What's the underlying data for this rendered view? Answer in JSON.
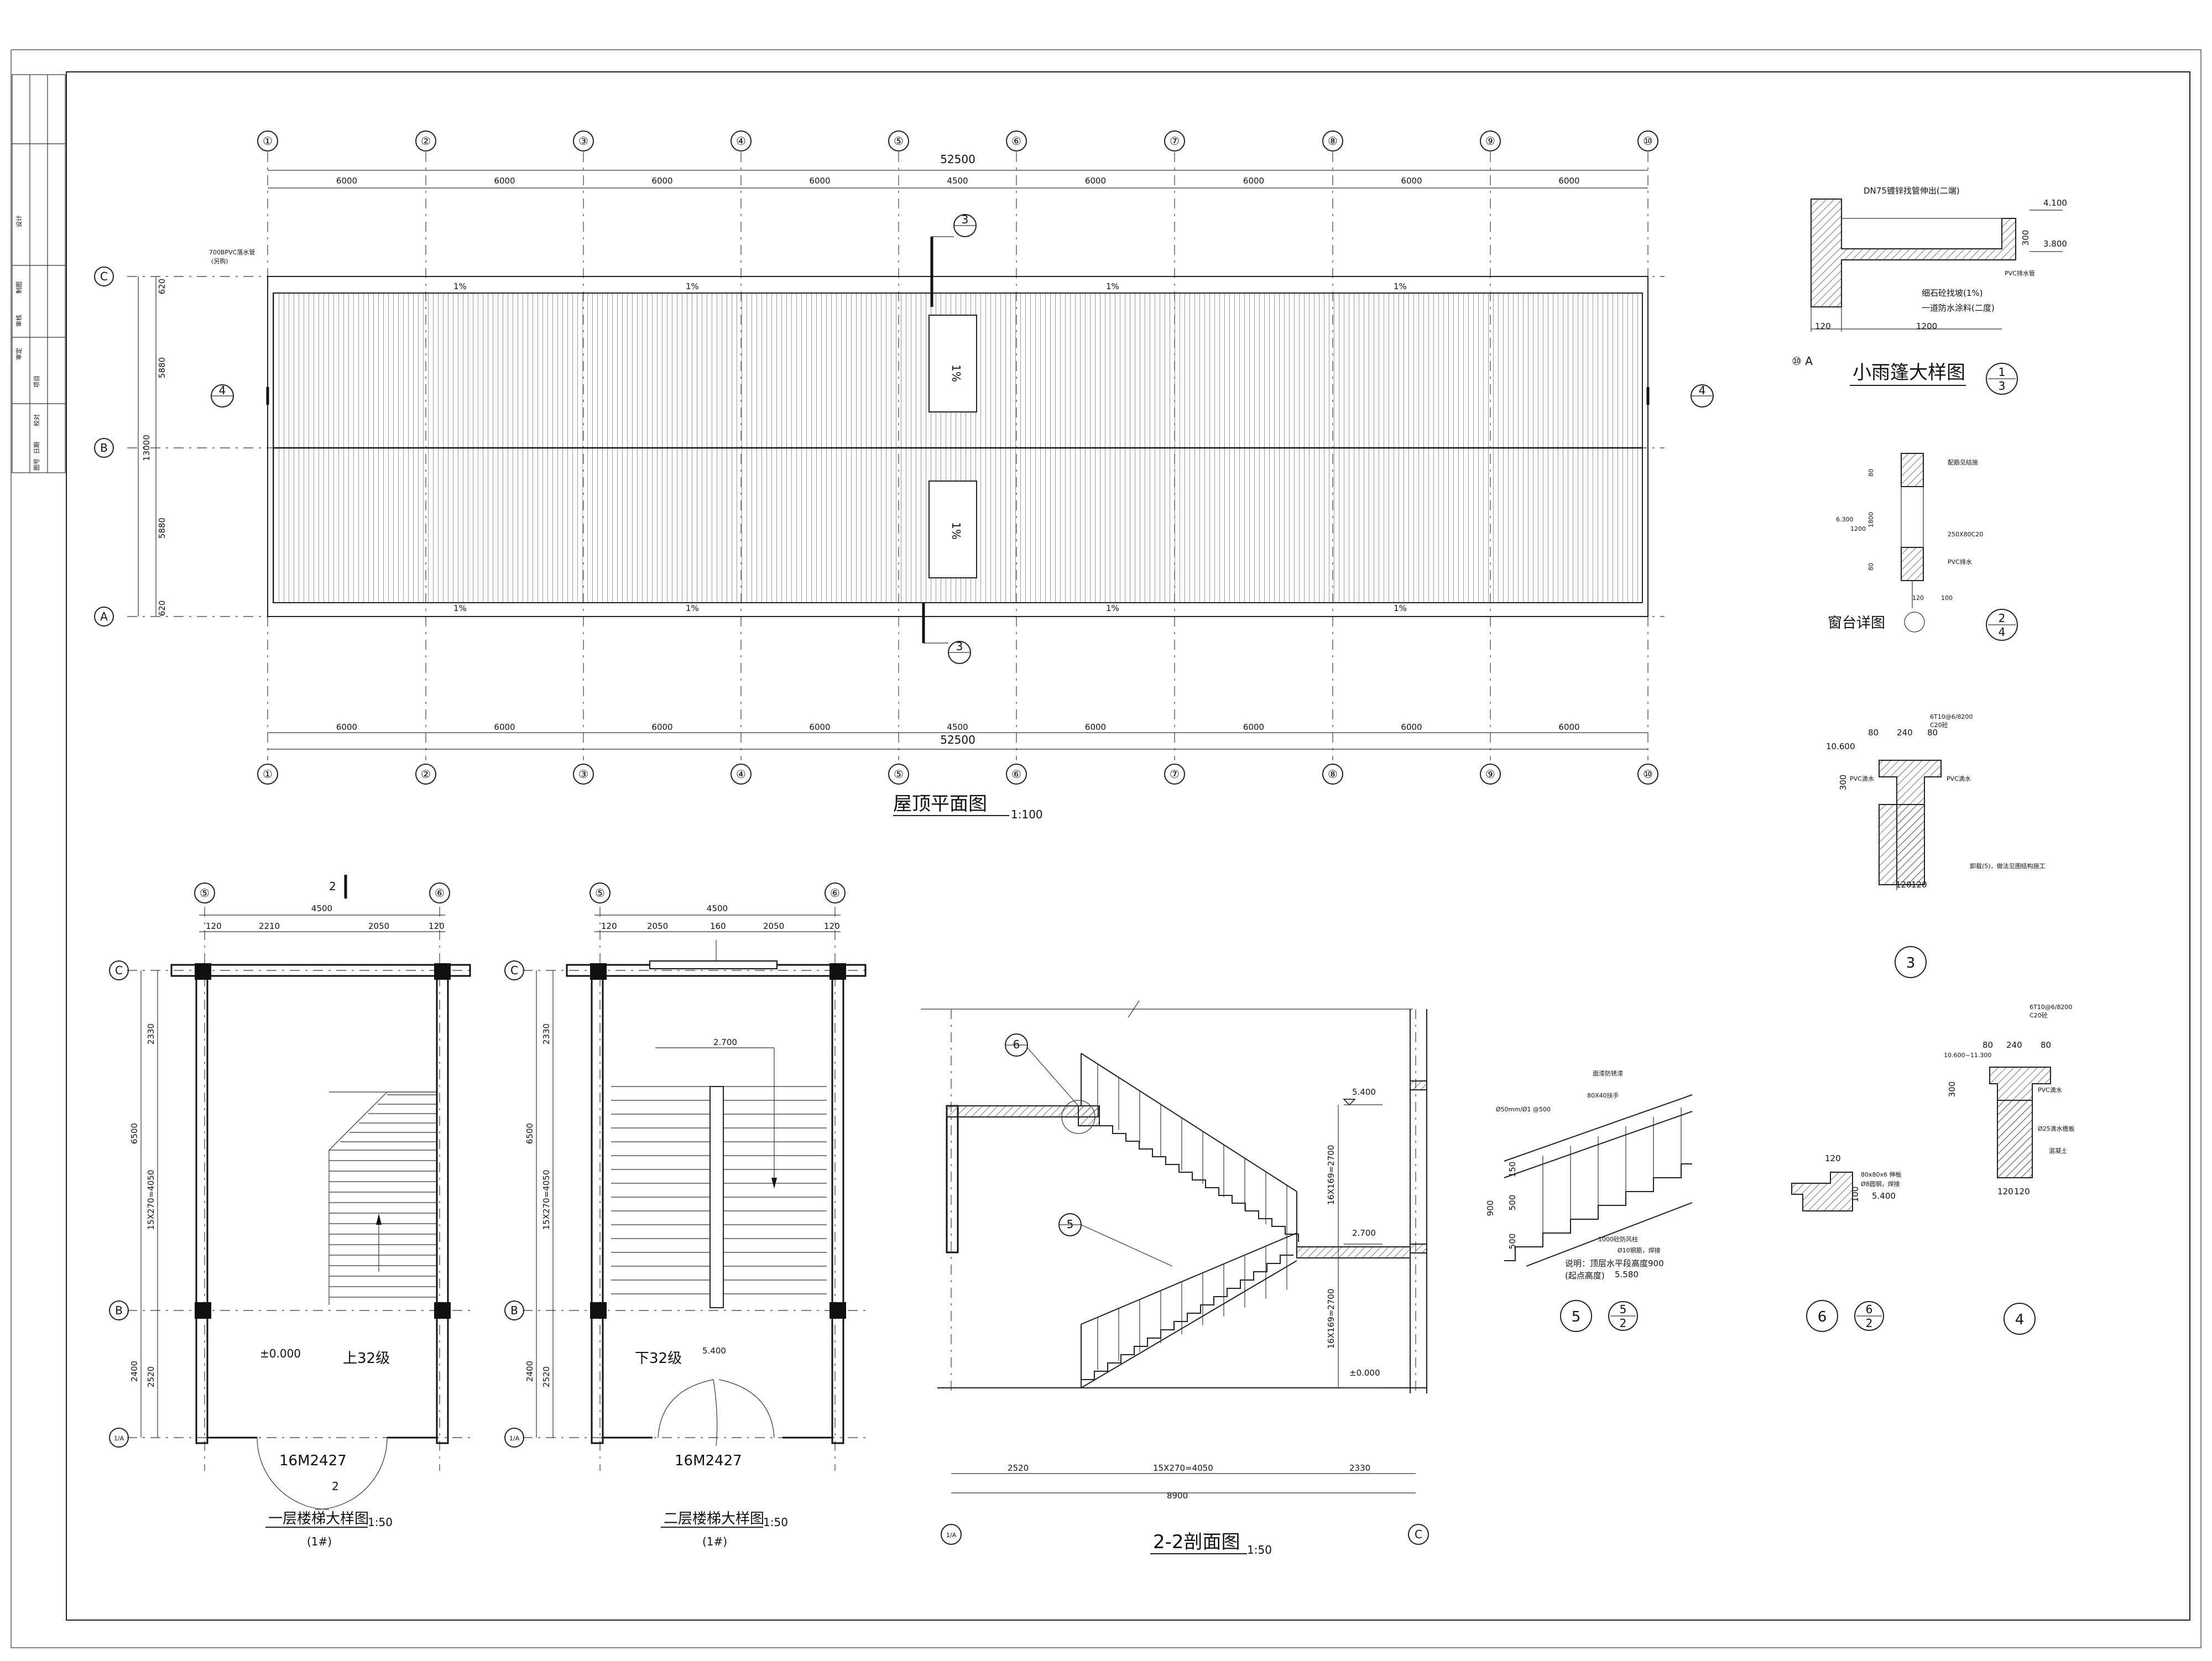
{
  "plan": {
    "grid_x": [
      "①",
      "②",
      "③",
      "④",
      "⑤",
      "⑥",
      "⑦",
      "⑧",
      "⑨",
      "⑩"
    ],
    "spans": [
      "6000",
      "6000",
      "6000",
      "6000",
      "4500",
      "6000",
      "6000",
      "6000",
      "6000"
    ],
    "total": "52500",
    "grid_y": [
      "C",
      "B",
      "A"
    ],
    "left_dims": [
      "620",
      "5880",
      "5880",
      "620"
    ],
    "left_total": "13000",
    "slopes": [
      "1%",
      "1%",
      "1%",
      "1%"
    ],
    "slope_vert": "1%",
    "section_mark": "4",
    "detail_mark": "3",
    "gutter_note": "700BPVC落水管",
    "gutter_note2": "(另购)",
    "title": "屋顶平面图",
    "scale": "1:100"
  },
  "canopy": {
    "title": "小雨篷大样图",
    "notes": [
      "DN75镀锌找管伸出(二端)",
      "细石砼找坡(1%)",
      "一道防水涂料(二度)",
      "PVC排水管"
    ],
    "elev": [
      "4.100",
      "3.800"
    ],
    "dims": [
      "120",
      "1200",
      "300"
    ],
    "axes": "⑩ A",
    "mark_top": "1",
    "mark_bot": "3"
  },
  "sill": {
    "title": "窗台详图",
    "notes": [
      "配筋见结施",
      "250X80C20",
      "PVC排水"
    ],
    "elev": "6.300",
    "dims": [
      "80",
      "1800",
      "1200",
      "80",
      "120",
      "100"
    ],
    "mark_top": "2",
    "mark_bot": "4"
  },
  "parapet3": {
    "mark": "3",
    "notes": [
      "6T10@6/8200",
      "C20砼",
      "PVC滴水",
      "PVC滴水",
      "卸载(5)，做法见图结构施工"
    ],
    "elev": "10.600",
    "dims": [
      "80",
      "240",
      "80",
      "300",
      "120",
      "120"
    ]
  },
  "parapet4": {
    "mark": "4",
    "notes": [
      "6T10@6/8200",
      "C20砼",
      "PVC滴水",
      "Ø25滴水檐板",
      "混凝土"
    ],
    "elev": "10.600~11.300",
    "dims": [
      "80",
      "240",
      "80",
      "300",
      "120",
      "120"
    ]
  },
  "detail5": {
    "mark": "5",
    "ref_top": "5",
    "ref_bot": "2",
    "notes": [
      "面漆防锈漆",
      "80X40扶手",
      "Ø50mm/Ø1 @500",
      "1000砼防风柱",
      "Ø10钢筋，焊接",
      "说明：顶层水平段高度900",
      "(起点高度)"
    ],
    "dims": [
      "150",
      "900",
      "500",
      "500"
    ],
    "bottom": "5.580"
  },
  "detail6": {
    "mark": "6",
    "ref_top": "6",
    "ref_bot": "2",
    "notes": [
      "80x80x6 伸板",
      "Ø8圆钢，焊接"
    ],
    "elev": "5.400",
    "dims": [
      "120",
      "100"
    ]
  },
  "stair1": {
    "title": "一层楼梯大样图",
    "scale": "1:50",
    "sub": "(1#)",
    "axes_x": [
      "⑤",
      "⑥"
    ],
    "axes_y": [
      "C",
      "B",
      "1/A"
    ],
    "top_dims": [
      "120",
      "2210",
      "2050",
      "120"
    ],
    "top_total": "4500",
    "side_dims": [
      "2330",
      "15X270=4050",
      "2520"
    ],
    "side_outer": [
      "6500",
      "2400"
    ],
    "level": "±0.000",
    "up": "上32级",
    "door": "16M2427",
    "sec": "2"
  },
  "stair2": {
    "title": "二层楼梯大样图",
    "scale": "1:50",
    "sub": "(1#)",
    "axes_x": [
      "⑤",
      "⑥"
    ],
    "axes_y": [
      "C",
      "B",
      "1/A"
    ],
    "top_dims": [
      "120",
      "2050",
      "160",
      "2050",
      "120"
    ],
    "top_total": "4500",
    "side_dims": [
      "2330",
      "15X270=4050",
      "2520"
    ],
    "side_outer": [
      "6500",
      "2400"
    ],
    "level_top": "2.700",
    "level": "5.400",
    "down": "下32级",
    "door": "16M2427"
  },
  "section": {
    "title": "2-2剖面图",
    "scale": "1:50",
    "levels": [
      "5.400",
      "2.700",
      "±0.000"
    ],
    "flights": [
      "16X169=2700",
      "16X169=2700"
    ],
    "bottom_dims": [
      "2520",
      "15X270=4050",
      "2330"
    ],
    "bottom_total": "8900",
    "axes": [
      "1/A",
      "C"
    ],
    "marks": [
      "6",
      "5"
    ]
  },
  "titleblock": {
    "labels": [
      "设计",
      "制图",
      "审核",
      "审定",
      "项目",
      "校对",
      "日期",
      "图号"
    ]
  }
}
